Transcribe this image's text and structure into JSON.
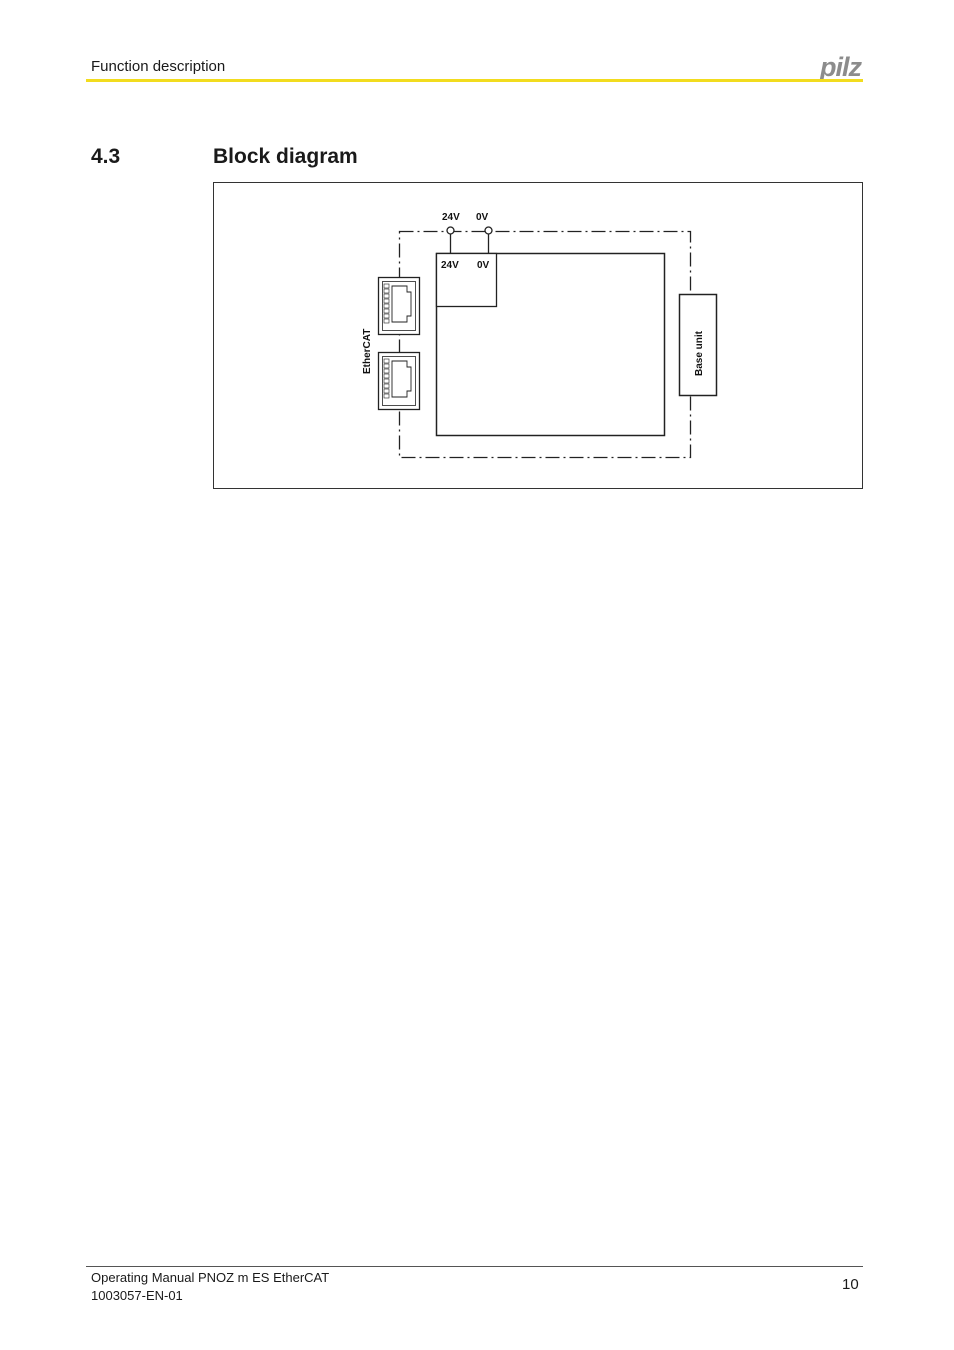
{
  "header": {
    "section_label": "Function description",
    "logo_text": "pilz",
    "rule_color": "#f2dc1e"
  },
  "section": {
    "number": "4.3",
    "title": "Block diagram"
  },
  "diagram": {
    "supply_terminals": [
      "24V",
      "0V"
    ],
    "inner_supply_labels": [
      "24V",
      "0V"
    ],
    "ethercat_label": "EtherCAT",
    "base_unit_label": "Base unit"
  },
  "footer": {
    "manual_title": "Operating Manual PNOZ m ES EtherCAT",
    "doc_number": "1003057-EN-01",
    "page_number": "10"
  }
}
